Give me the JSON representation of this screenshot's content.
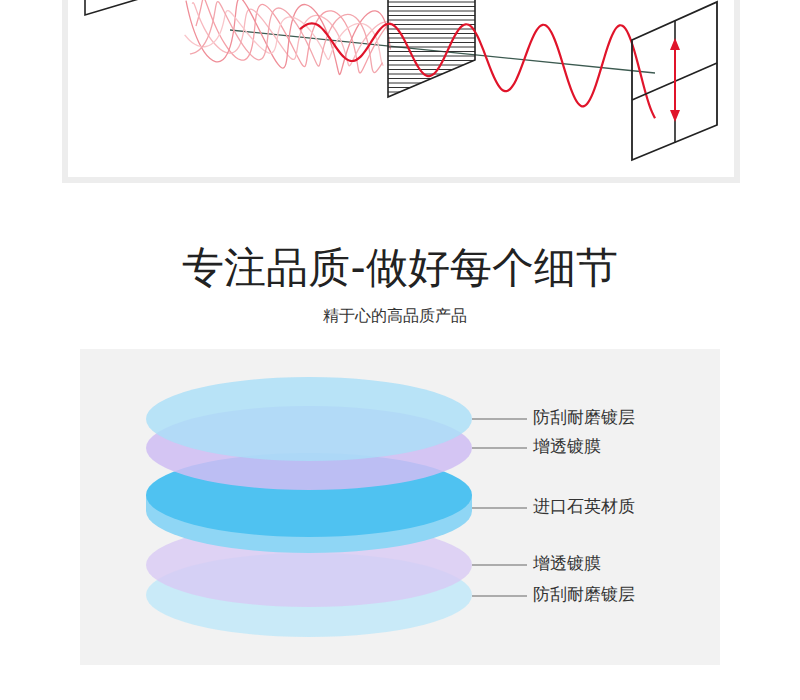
{
  "diagram": {
    "title": "专注品质-做好每个细节",
    "labels": [
      "精于心的高品质产品",
      "防刮耐磨镀层",
      "增透镀膜",
      "进口石英材质",
      "增透镀膜",
      "防刮耐磨镀层"
    ]
  }
}
